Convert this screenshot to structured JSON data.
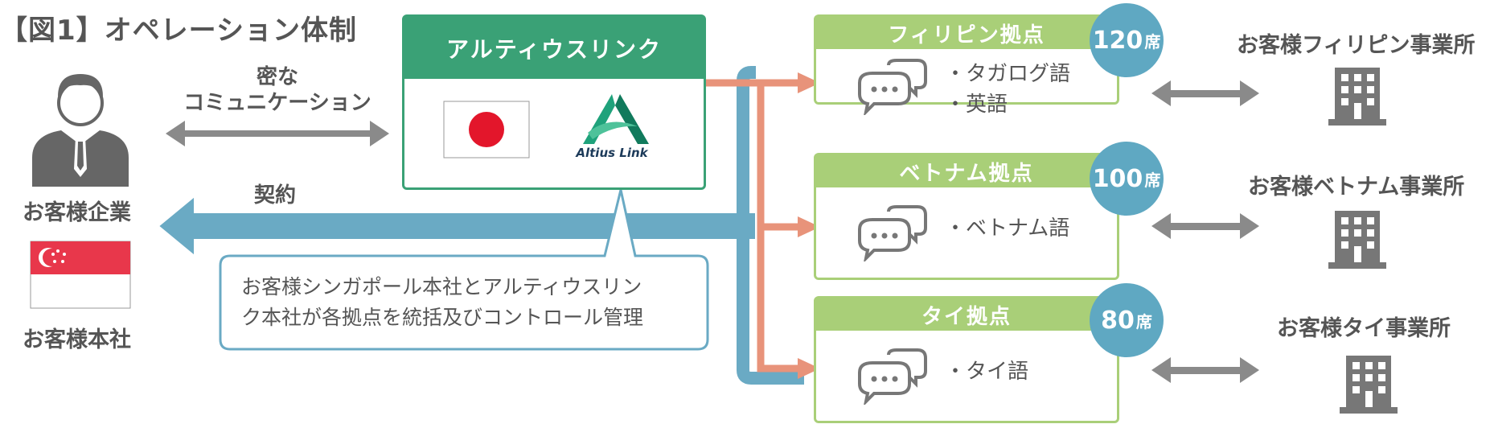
{
  "title": "【図1】オペレーション体制",
  "client": {
    "company_label": "お客様企業",
    "hq_label": "お客様本社"
  },
  "communication_label_line1": "密な",
  "communication_label_line2": "コミュニケーション",
  "contract_label": "契約",
  "altius": {
    "header": "アルティウスリンク",
    "logo_text": "Altius Link"
  },
  "callout": {
    "line1": "お客様シンガポール本社とアルティウスリン",
    "line2": "ク本社が各拠点を統括及びコントロール管理"
  },
  "sites": [
    {
      "name": "フィリピン拠点",
      "seats": "120",
      "seat_unit": "席",
      "languages": [
        "・タガログ語",
        "・英語"
      ],
      "office": "お客様フィリピン事業所"
    },
    {
      "name": "ベトナム拠点",
      "seats": "100",
      "seat_unit": "席",
      "languages": [
        "・ベトナム語"
      ],
      "office": "お客様ベトナム事業所"
    },
    {
      "name": "タイ拠点",
      "seats": "80",
      "seat_unit": "席",
      "languages": [
        "・タイ語"
      ],
      "office": "お客様タイ事業所"
    }
  ],
  "colors": {
    "altius_green": "#3aa176",
    "site_green": "#a9cf78",
    "seat_blue": "#5fa8c2",
    "contract_blue": "#6aaac4",
    "flow_orange": "#e8937a",
    "arrow_gray": "#8a8a8a",
    "flag_red": "#e8374b"
  }
}
